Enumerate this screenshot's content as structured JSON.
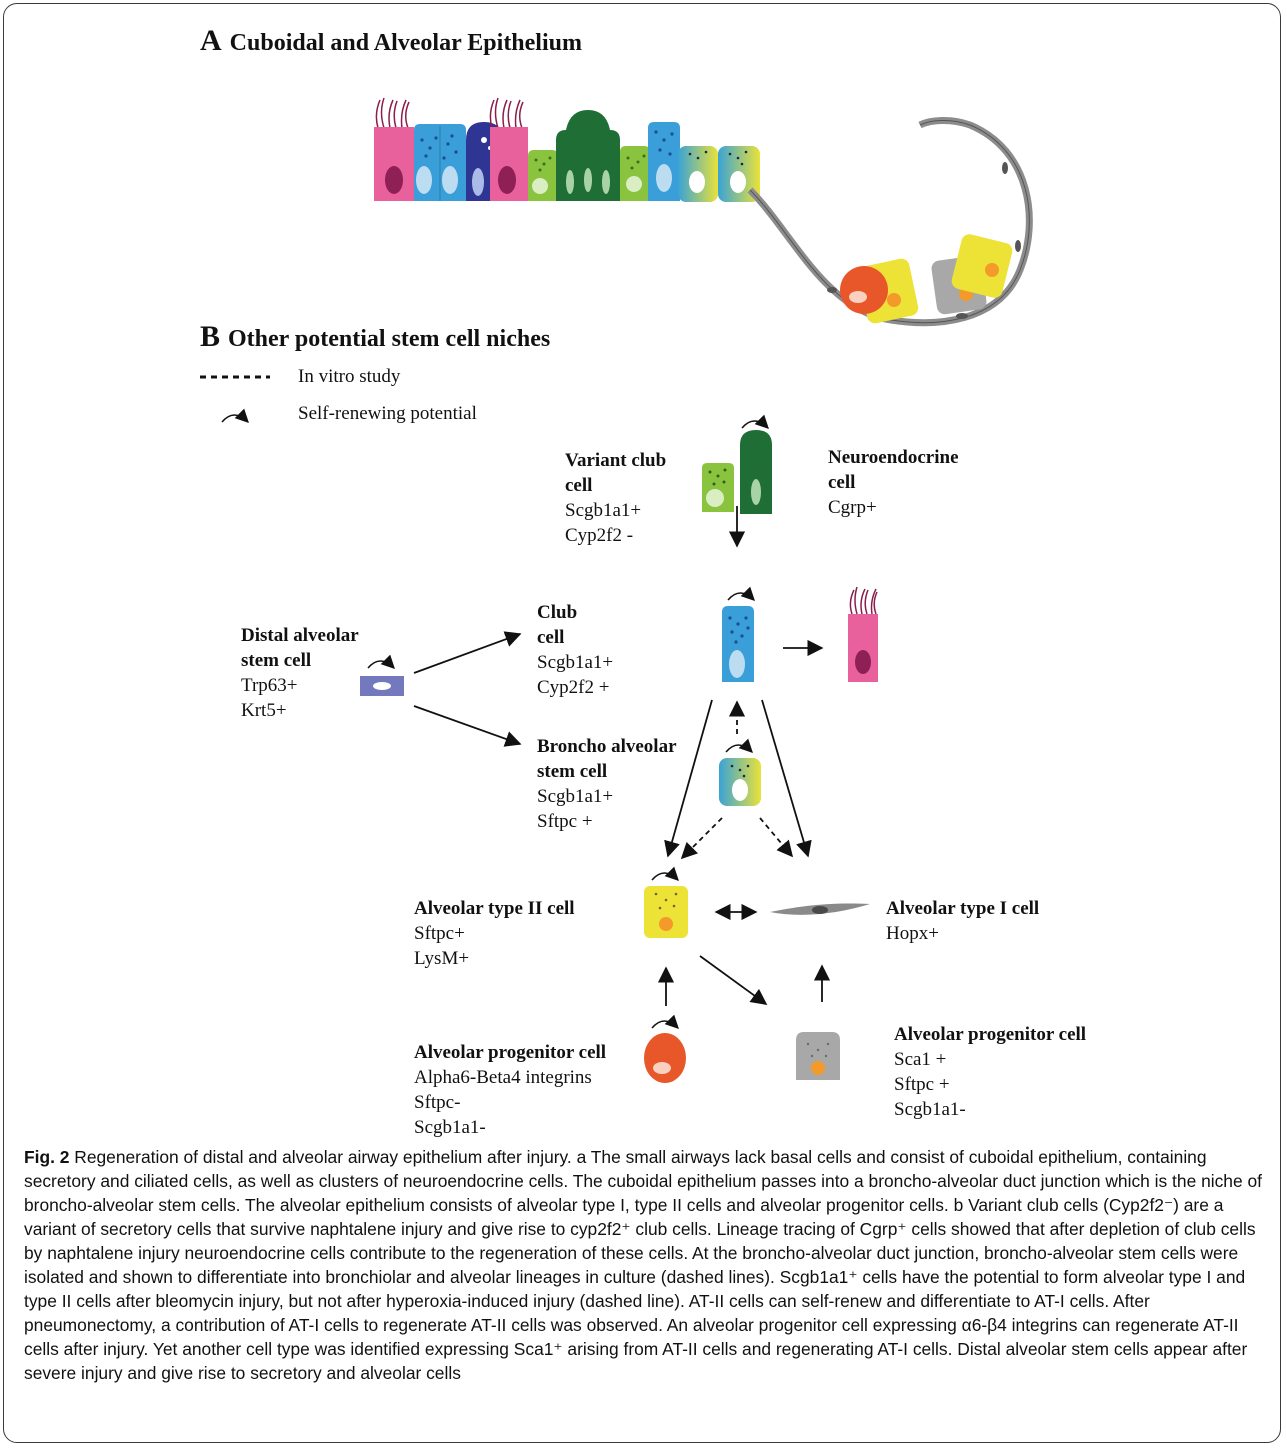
{
  "section_a": {
    "letter": "A",
    "title": "Cuboidal and Alveolar Epithelium"
  },
  "section_b": {
    "letter": "B",
    "title": "Other potential stem cell niches"
  },
  "legend": {
    "dashed": "In vitro study",
    "arc": "Self-renewing potential"
  },
  "cells": {
    "variant_club": {
      "name1": "Variant club",
      "name2": "cell",
      "m1": "Scgb1a1+",
      "m2": "Cyp2f2 -"
    },
    "neuroendocrine": {
      "name1": "Neuroendocrine",
      "name2": "cell",
      "m1": "Cgrp+"
    },
    "distal": {
      "name1": "Distal alveolar",
      "name2": "stem cell",
      "m1": "Trp63+",
      "m2": "Krt5+"
    },
    "club": {
      "name1": "Club",
      "name2": "cell",
      "m1": "Scgb1a1+",
      "m2": "Cyp2f2 +"
    },
    "basc": {
      "name1": "Broncho alveolar",
      "name2": "stem cell",
      "m1": "Scgb1a1+",
      "m2": "Sftpc +"
    },
    "at2": {
      "name1": "Alveolar type II cell",
      "m1": "Sftpc+",
      "m2": "LysM+"
    },
    "at1": {
      "name1": "Alveolar type I cell",
      "m1": "Hopx+"
    },
    "progenitor_a": {
      "name1": "Alveolar progenitor cell",
      "m1": "Alpha6-Beta4 integrins",
      "m2": "Sftpc-",
      "m3": "Scgb1a1-"
    },
    "progenitor_b": {
      "name1": "Alveolar progenitor cell",
      "m1": "Sca1 +",
      "m2": "Sftpc +",
      "m3": "Scgb1a1-"
    }
  },
  "caption": {
    "label": "Fig. 2",
    "text": " Regeneration of distal and alveolar airway epithelium after injury. a The small airways lack basal cells and consist of cuboidal epithelium, containing secretory and ciliated cells, as well as clusters of neuroendocrine cells. The cuboidal epithelium passes into a broncho-alveolar duct junction which is the niche of broncho-alveolar stem cells. The alveolar epithelium consists of alveolar type I, type II cells and alveolar progenitor cells. b Variant club cells (Cyp2f2⁻) are a variant of secretory cells that survive naphtalene injury and give rise to cyp2f2⁺ club cells. Lineage tracing of Cgrp⁺ cells showed that after depletion of club cells by naphtalene injury neuroendocrine cells contribute to the regeneration of these cells. At the broncho-alveolar duct junction, broncho-alveolar stem cells were isolated and shown to differentiate into bronchiolar and alveolar lineages in culture (dashed lines). Scgb1a1⁺ cells have the potential to form alveolar type I and type II cells after bleomycin injury, but not after hyperoxia-induced injury (dashed line). AT-II cells can self-renew and differentiate to AT-I cells. After pneumonectomy, a contribution of AT-I cells to regenerate AT-II cells was observed. An alveolar progenitor cell expressing α6-β4 integrins can regenerate AT-II cells after injury. Yet another cell type was identified expressing Sca1⁺ arising from AT-II cells and regenerating AT-I cells. Distal alveolar stem cells appear after severe injury and give rise to secretory and alveolar cells"
  },
  "colors": {
    "ciliated": "#e8609c",
    "club": "#3a9fd8",
    "neuroendocrine": "#1f6e35",
    "variant_club": "#8ac43f",
    "at2": "#ede236",
    "progenitor_orange": "#e8572a",
    "progenitor_gray": "#a8a8a8",
    "distal_stem": "#7478bd",
    "goblet": "#2f3592",
    "at1": "#8a8a8a"
  }
}
